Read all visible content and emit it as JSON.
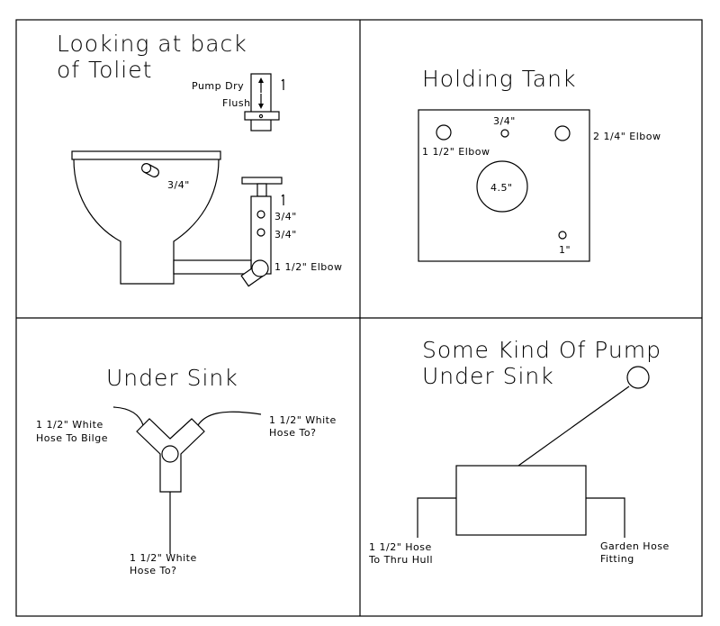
{
  "panels": {
    "toilet": {
      "title_line1": "Looking at back",
      "title_line2": "of Toliet",
      "pump_dry": "Pump Dry",
      "flush": "Flush",
      "bowl_fitting": "3/4\"",
      "fitting_a": "3/4\"",
      "fitting_b": "3/4\"",
      "elbow": "1 1/2\" Elbow"
    },
    "tank": {
      "title": "Holding Tank",
      "small_port": "3/4\"",
      "left_port": "1 1/2\" Elbow",
      "right_port": "2 1/4\" Elbow",
      "center_port": "4.5\"",
      "bottom_port": "1\""
    },
    "sink": {
      "title": "Under Sink",
      "left_line1": "1 1/2\" White",
      "left_line2": "Hose To Bilge",
      "right_line1": "1 1/2\" White",
      "right_line2": "Hose To?",
      "bottom_line1": "1 1/2\" White",
      "bottom_line2": "Hose To?"
    },
    "pump": {
      "title_line1": "Some Kind Of Pump",
      "title_line2": "Under Sink",
      "left_line1": "1 1/2\" Hose",
      "left_line2": "To Thru Hull",
      "right_line1": "Garden Hose",
      "right_line2": "Fitting"
    }
  }
}
